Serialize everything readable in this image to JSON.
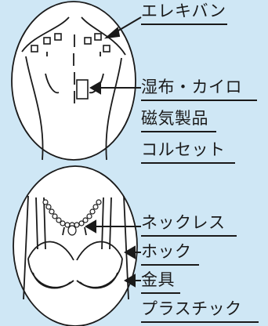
{
  "labels": {
    "electrode": "エレキバン",
    "poultice": "湿布・カイロ",
    "magnetic": "磁気製品",
    "corset": "コルセット",
    "necklace": "ネックレス",
    "hook": "ホック",
    "metal": "金具",
    "plastic": "プラスチック"
  }
}
